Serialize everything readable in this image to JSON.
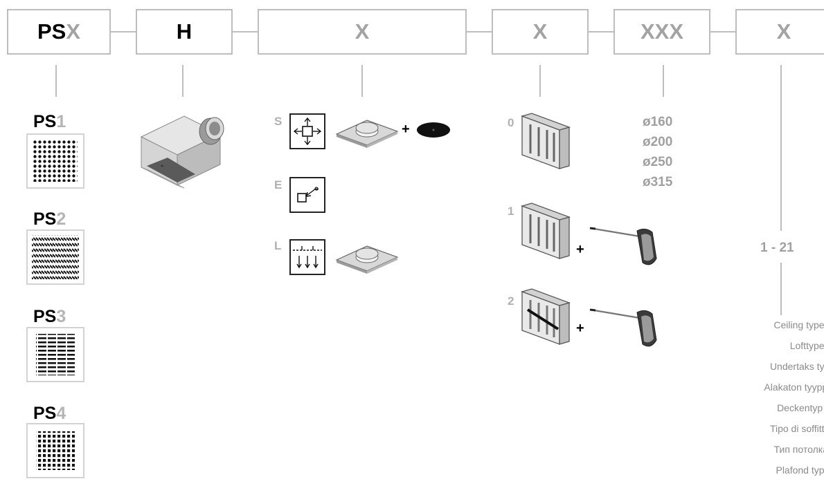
{
  "code_boxes": [
    {
      "black": "PS",
      "gray": "X"
    },
    {
      "black": "H",
      "gray": ""
    },
    {
      "black": "",
      "gray": "X"
    },
    {
      "black": "",
      "gray": "X"
    },
    {
      "black": "",
      "gray": "XXX"
    },
    {
      "black": "",
      "gray": "X"
    }
  ],
  "face_patterns": [
    {
      "prefix": "PS",
      "number": "1",
      "pattern": "dots"
    },
    {
      "prefix": "PS",
      "number": "2",
      "pattern": "diagonal-slots"
    },
    {
      "prefix": "PS",
      "number": "3",
      "pattern": "horizontal-slots"
    },
    {
      "prefix": "PS",
      "number": "4",
      "pattern": "squares"
    }
  ],
  "connection_options": [
    {
      "letter": "S"
    },
    {
      "letter": "E"
    },
    {
      "letter": "L"
    }
  ],
  "damper_options": [
    {
      "number": "0"
    },
    {
      "number": "1"
    },
    {
      "number": "2"
    }
  ],
  "plus_sign": "+",
  "diameters": [
    "ø160",
    "ø200",
    "ø250",
    "ø315"
  ],
  "ceiling_range": "1 - 21",
  "ceiling_type_labels": [
    "Ceiling type no",
    "Lofttype nr.",
    "Undertaks typ n",
    "Alakaton tyyppi n",
    "Deckentyp Nr.",
    "Tipo di soffitto n",
    "Тип потолка N",
    "Plafond type n"
  ],
  "colors": {
    "line": "#bdbdbd",
    "gray_text": "#a3a3a3"
  }
}
